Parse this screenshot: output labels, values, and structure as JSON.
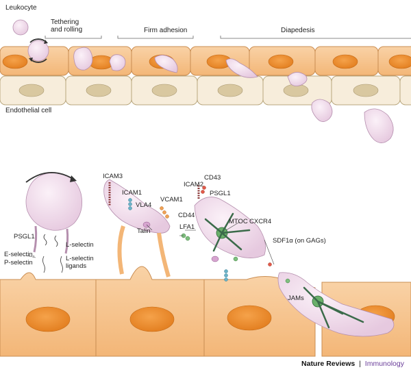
{
  "labels": {
    "leukocyte": "Leukocyte",
    "tethering": "Tethering",
    "and_rolling": "and rolling",
    "firm_adhesion": "Firm adhesion",
    "diapedesis": "Diapedesis",
    "endothelial_cell": "Endothelial cell",
    "icam3": "ICAM3",
    "icam1": "ICAM1",
    "vla4": "VLA4",
    "vcam1": "VCAM1",
    "talin": "Talin",
    "lfa1": "LFA1",
    "cd44": "CD44",
    "icam2": "ICAM2",
    "cd43": "CD43",
    "psgl1_right": "PSGL1",
    "mtoc": "MTOC",
    "cxcr4": "CXCR4",
    "sdf1a": "SDF1α (on GAGs)",
    "jams": "JAMs",
    "psgl1_left": "PSGL1",
    "e_selectin": "E-selectin,",
    "p_selectin": "P-selectin",
    "l_selectin": "L-selectin",
    "l_selectin_ligands_1": "L-selectin",
    "l_selectin_ligands_2": "ligands"
  },
  "footer": {
    "journal": "Nature Reviews",
    "separator": "|",
    "section": "Immunology"
  },
  "colors": {
    "leukocyte_fill": "#f0dcec",
    "endothelium_orange": "#f6c48e",
    "nucleus_orange": "#ee8c2c",
    "lower_cell": "#f8ecd4",
    "lower_nucleus": "#d8c8a0",
    "cytoskeleton": "#3b6b4a",
    "mtoc_green": "#6ab06a",
    "footer_section": "#6a3d99"
  }
}
